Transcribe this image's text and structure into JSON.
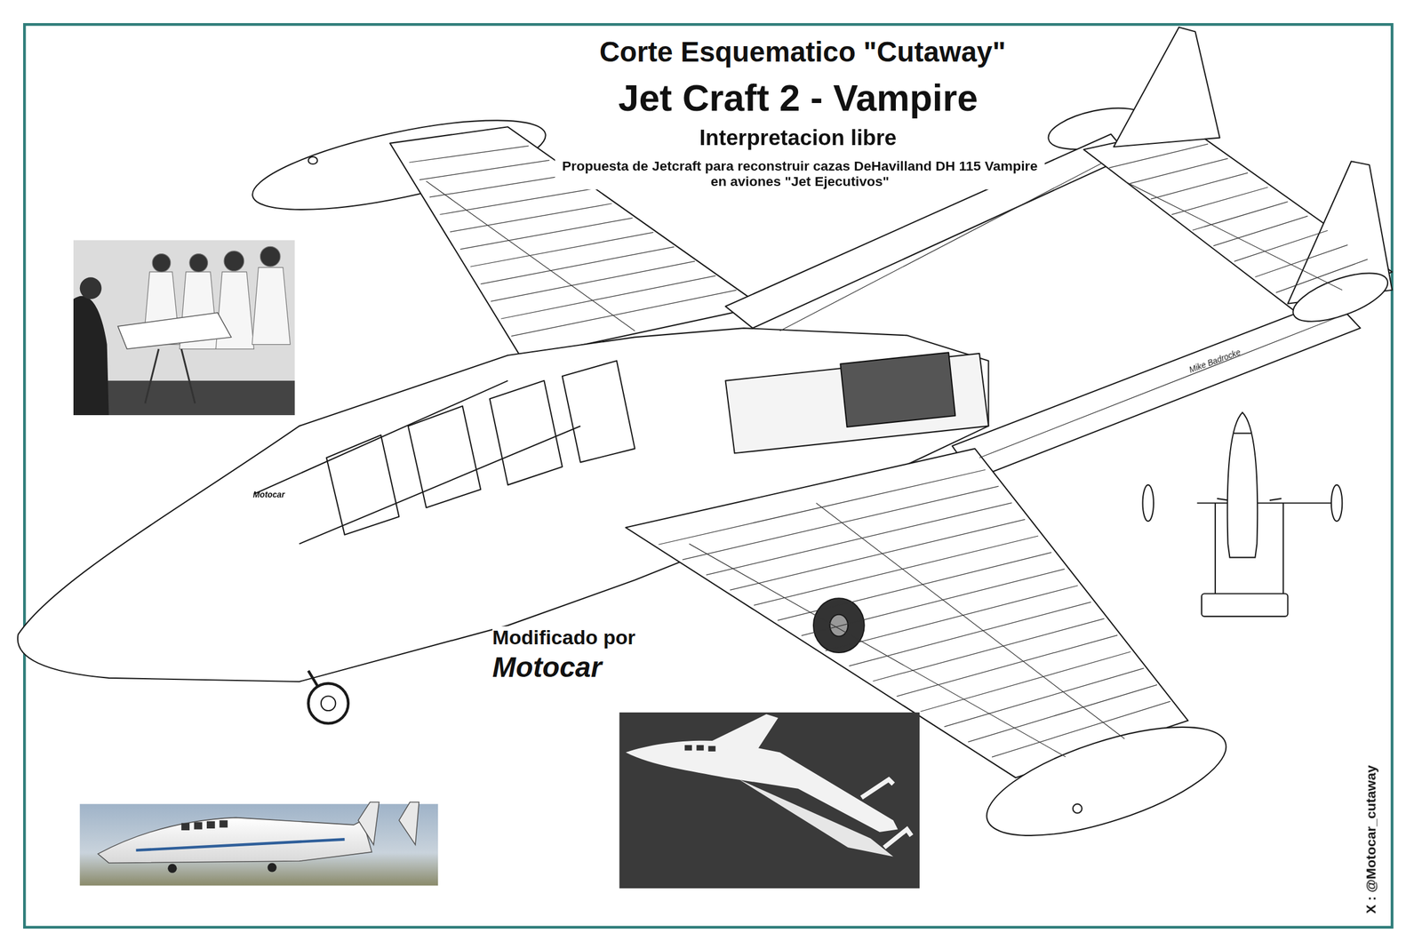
{
  "diagram": {
    "title": "Corte Esquematico \"Cutaway\"",
    "labels": [
      "Jet Craft 2 - Vampire",
      "Interpretacion libre",
      "Propuesta de Jetcraft para reconstruir cazas DeHavilland DH 115 Vampire en aviones \"Jet Ejecutivos\"",
      "Motocar",
      "Modificado por",
      "Motocar",
      "Mike Badrocke",
      "X : @Motocar_cutaway"
    ]
  }
}
